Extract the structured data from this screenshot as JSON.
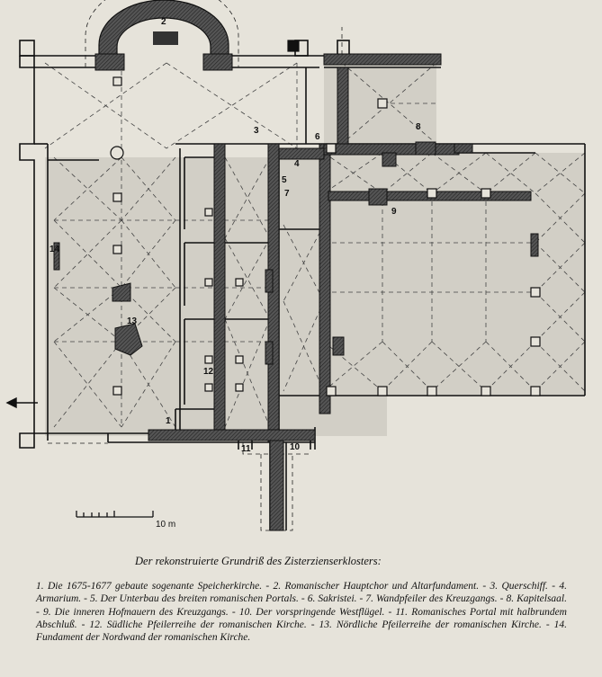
{
  "plan": {
    "labels": [
      "1",
      "2",
      "3",
      "4",
      "5",
      "6",
      "7",
      "8",
      "9",
      "10",
      "11",
      "12",
      "13",
      "14"
    ],
    "scale_label": "10 m",
    "caption": "Der rekonstruierte Grundriß des Zisterzienserklosters:",
    "legend": "1. Die 1675-1677 gebaute sogenante Speicherkirche. - 2. Romanischer Hauptchor und Altarfundament. - 3. Querschiff. - 4. Armarium. - 5. Der Unterbau des breiten romanischen Portals. - 6. Sakristei. - 7. Wandpfeiler des Kreuzgangs. - 8. Kapitelsaal. - 9. Die inneren Hofmauern des Kreuzgangs. - 10. Der vorspringende Westflügel. - 11. Romanisches Portal mit halbrundem Abschluß. - 12. Südliche Pfeilerreihe der romanischen Kirche. - 13. Nördliche Pfeilerreihe der romanischen Kirche. - 14. Fundament der Nordwand der romanischen Kirche."
  }
}
